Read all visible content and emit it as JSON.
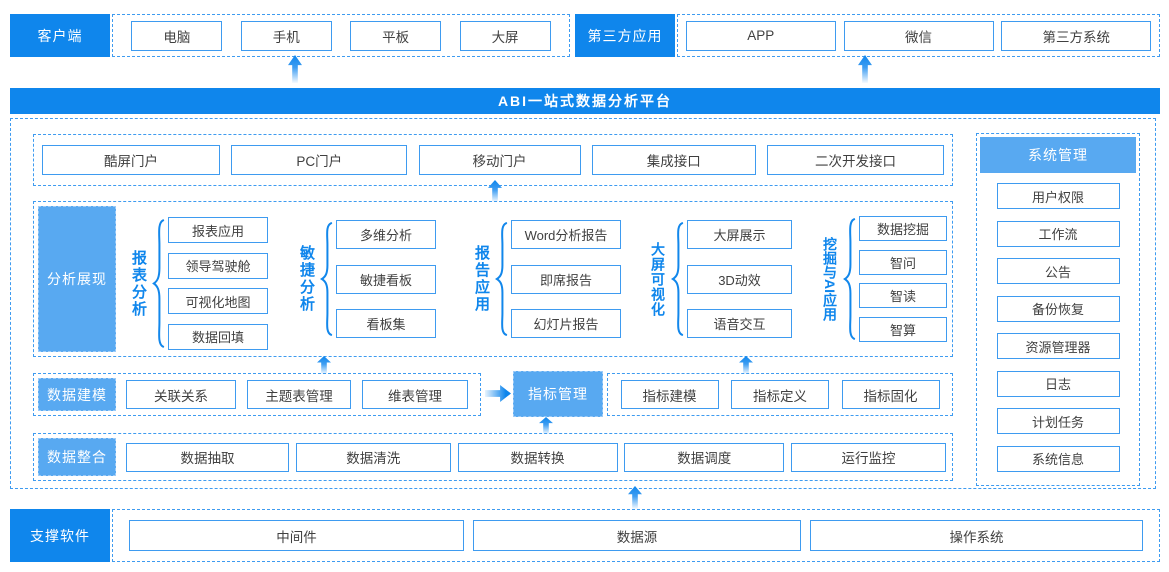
{
  "top": {
    "client": {
      "label": "客户端",
      "items": [
        "电脑",
        "手机",
        "平板",
        "大屏"
      ]
    },
    "third_party": {
      "label": "第三方应用",
      "items": [
        "APP",
        "微信",
        "第三方系统"
      ]
    }
  },
  "banner": {
    "title": "ABI一站式数据分析平台"
  },
  "portal": {
    "items": [
      "酷屏门户",
      "PC门户",
      "移动门户",
      "集成接口",
      "二次开发接口"
    ]
  },
  "analysis": {
    "label": "分析展现",
    "groups": [
      {
        "name": "报表分析",
        "items": [
          "报表应用",
          "领导驾驶舱",
          "可视化地图",
          "数据回填"
        ]
      },
      {
        "name": "敏捷分析",
        "items": [
          "多维分析",
          "敏捷看板",
          "看板集"
        ]
      },
      {
        "name": "报告应用",
        "items": [
          "Word分析报告",
          "即席报告",
          "幻灯片报告"
        ]
      },
      {
        "name": "大屏可视化",
        "items": [
          "大屏展示",
          "3D动效",
          "语音交互"
        ]
      },
      {
        "name": "挖掘与AI应用",
        "items": [
          "数据挖掘",
          "智问",
          "智读",
          "智算"
        ]
      }
    ]
  },
  "modeling": {
    "label": "数据建模",
    "items": [
      "关联关系",
      "主题表管理",
      "维表管理"
    ],
    "indicator": {
      "label": "指标管理",
      "items": [
        "指标建模",
        "指标定义",
        "指标固化"
      ]
    }
  },
  "integration": {
    "label": "数据整合",
    "items": [
      "数据抽取",
      "数据清洗",
      "数据转换",
      "数据调度",
      "运行监控"
    ]
  },
  "system": {
    "label": "系统管理",
    "items": [
      "用户权限",
      "工作流",
      "公告",
      "备份恢复",
      "资源管理器",
      "日志",
      "计划任务",
      "系统信息"
    ]
  },
  "support": {
    "label": "支撑软件",
    "items": [
      "中间件",
      "数据源",
      "操作系统"
    ]
  },
  "colors": {
    "brand": "#0f86ec",
    "light": "#58a9f1",
    "border": "#3e9bf0",
    "text": "#404040"
  }
}
